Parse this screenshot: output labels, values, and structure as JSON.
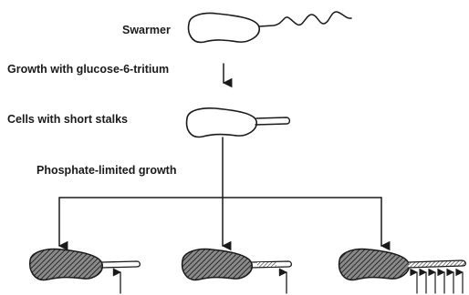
{
  "labels": {
    "swarmer": "Swarmer",
    "growth": "Growth with glucose-6-tritium",
    "short_stalks": "Cells with short stalks",
    "phosphate": "Phosphate-limited growth"
  }
}
